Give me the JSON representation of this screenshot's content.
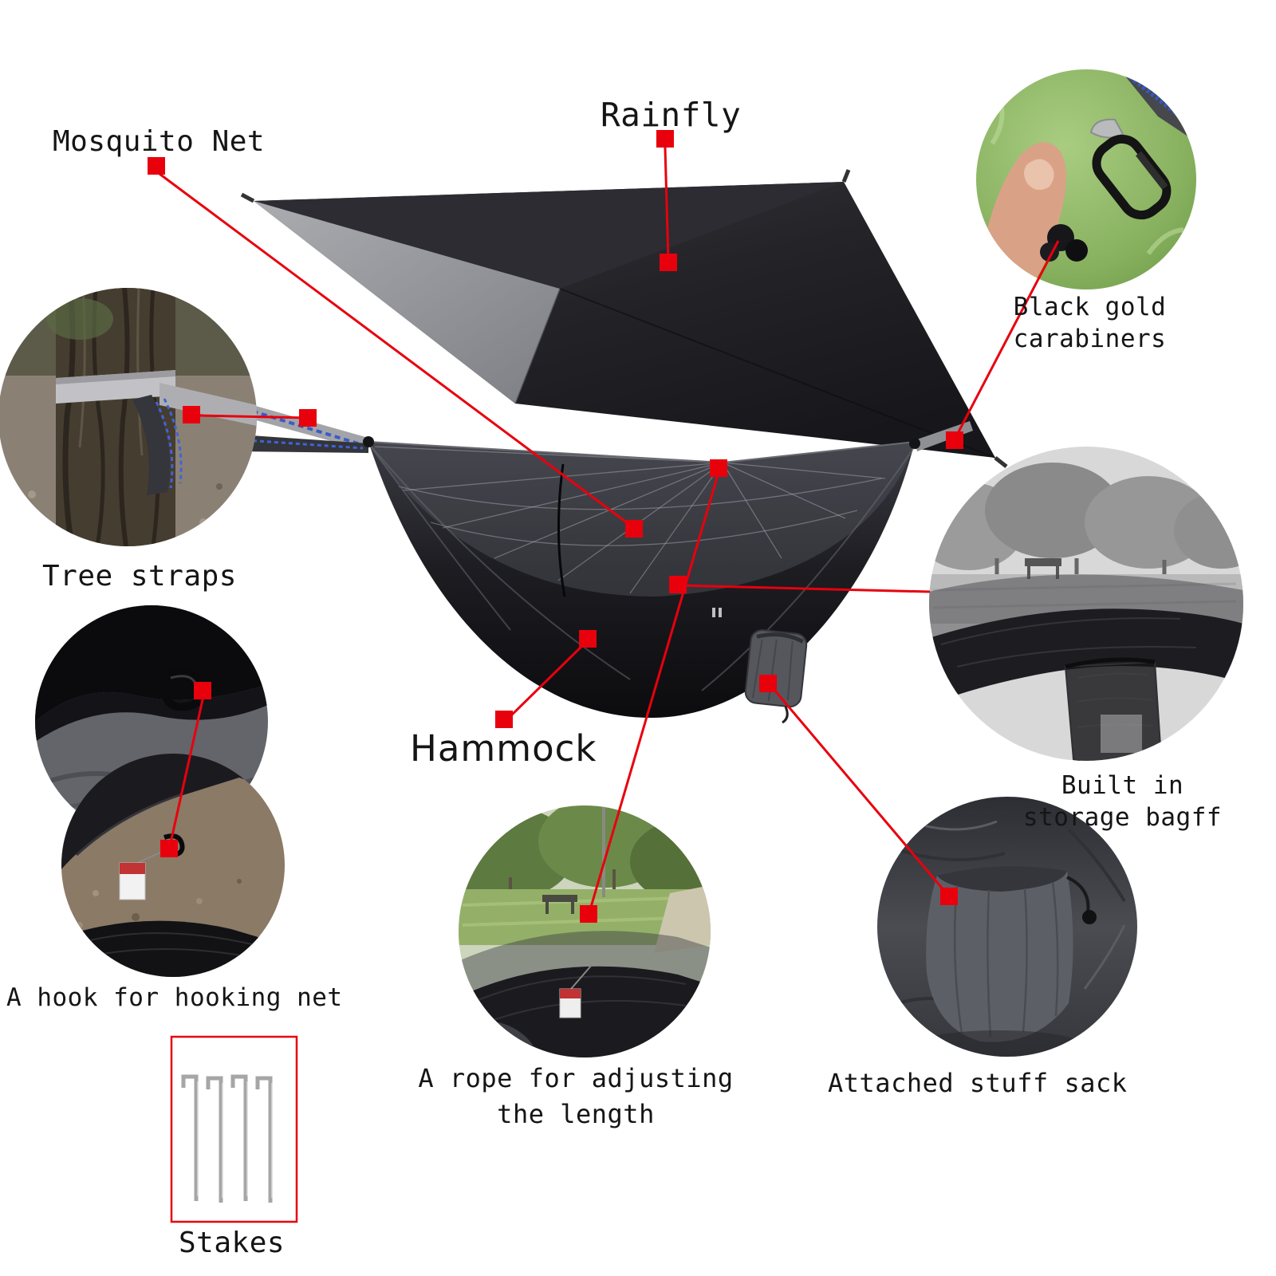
{
  "diagram": {
    "subject": "Camping hammock kit annotated diagram",
    "colors": {
      "background": "#ffffff",
      "annotation_red": "#e8000d",
      "tarp_dark": "#232328",
      "tarp_light": "#93959a",
      "fabric_dark": "#1b1b1f",
      "strap_blue": "#3b5bc9"
    },
    "labels": {
      "rainfly": "Rainfly",
      "mosquito_net": "Mosquito Net",
      "carabiners": "Black gold\ncarabiners",
      "tree_straps": "Tree straps",
      "storage_bag": "Built in\nstorage bagff",
      "hammock": "Hammock",
      "hook": "A hook for hooking net",
      "rope": "A rope for adjusting\nthe length",
      "stuff_sack": "Attached stuff sack",
      "stakes": "Stakes"
    }
  }
}
